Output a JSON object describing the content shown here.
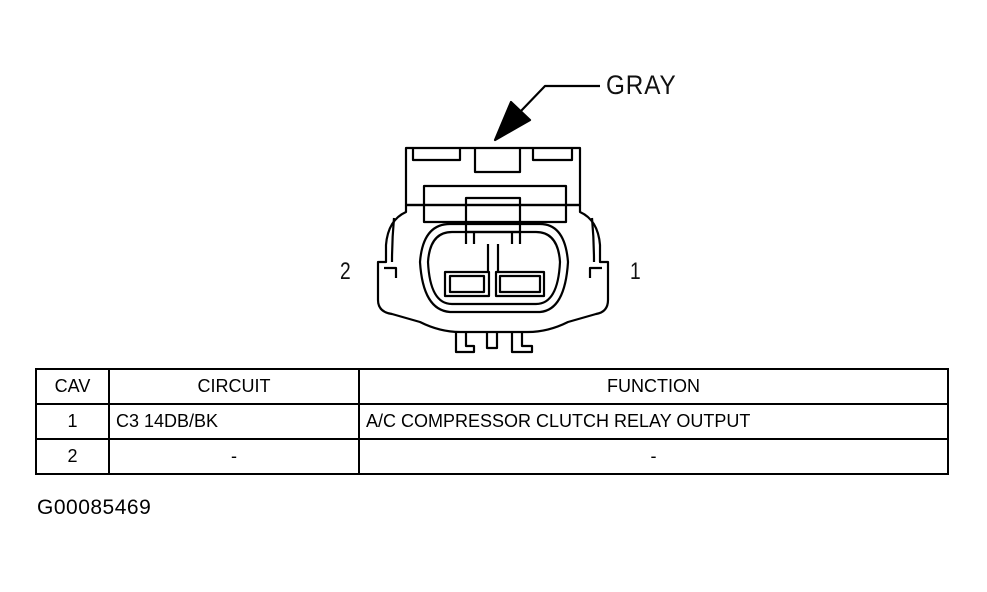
{
  "connector": {
    "color_label": "GRAY",
    "cavity_labels": {
      "left": "2",
      "right": "1"
    }
  },
  "table": {
    "headers": {
      "cav": "CAV",
      "circuit": "CIRCUIT",
      "function": "FUNCTION"
    },
    "rows": [
      {
        "cav": "1",
        "circuit": "C3 14DB/BK",
        "function": "A/C COMPRESSOR CLUTCH RELAY OUTPUT"
      },
      {
        "cav": "2",
        "circuit": "-",
        "function": "-"
      }
    ]
  },
  "figure_id": "G00085469",
  "colors": {
    "line": "#000000",
    "background": "#ffffff"
  }
}
